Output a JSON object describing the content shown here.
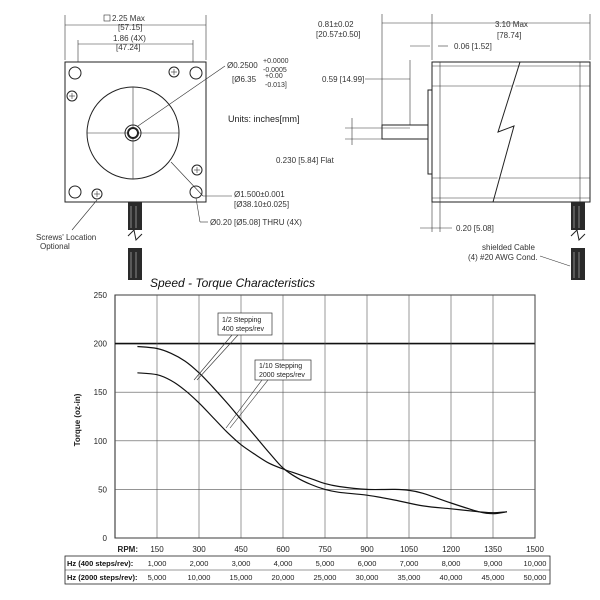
{
  "drawing": {
    "front": {
      "width_max": "2.25 Max",
      "width_max_mm": "[57.15]",
      "bolt_spacing": "1.86 (4X)",
      "bolt_spacing_mm": "[47.24]",
      "shaft_dia": "Ø0.2500",
      "shaft_tol_plus": "+0.0000",
      "shaft_tol_minus": "-0.0005",
      "shaft_dia_mm": "[Ø6.35",
      "shaft_mm_tol_plus": "+0.00",
      "shaft_mm_tol_minus": "-0.013]",
      "pilot_dia": "Ø1.500±0.001",
      "pilot_dia_mm": "[Ø38.10±0.025]",
      "holes": "Ø0.20 [Ø5.08] THRU (4X)",
      "units": "Units: inches[mm]",
      "screws_note_1": "Screws' Location",
      "screws_note_2": "Optional"
    },
    "side": {
      "shaft_len": "0.81±0.02",
      "shaft_len_mm": "[20.57±0.50]",
      "body_max": "3.10 Max",
      "body_max_mm": "[78.74]",
      "pilot_height": "0.06 [1.52]",
      "flat_len": "0.59 [14.99]",
      "flat": "0.230 [5.84] Flat",
      "flange": "0.20 [5.08]",
      "cable_1": "shielded Cable",
      "cable_2": "(4) #20 AWG Cond."
    }
  },
  "chart_data": {
    "type": "line",
    "title": "Speed  - Torque Characteristics",
    "ylabel": "Torque (oz-in)",
    "xlabel": "RPM:",
    "x_ticks": [
      150,
      300,
      450,
      600,
      750,
      900,
      1050,
      1200,
      1350,
      1500
    ],
    "ylim": [
      0,
      250
    ],
    "y_ticks": [
      0,
      50,
      100,
      150,
      200,
      250
    ],
    "xlim": [
      0,
      1500
    ],
    "grid": true,
    "reference_line": 200,
    "series": [
      {
        "name": "1/2 Stepping\n400 steps/rev",
        "x": [
          80,
          150,
          200,
          250,
          300,
          350,
          400,
          450,
          500,
          550,
          600,
          650,
          700,
          750,
          800,
          900,
          1000,
          1100,
          1200,
          1300,
          1350,
          1400
        ],
        "values": [
          197,
          195,
          190,
          182,
          170,
          155,
          139,
          122,
          105,
          88,
          72,
          62,
          55,
          50,
          47,
          44,
          39,
          33,
          30,
          27,
          26,
          27
        ]
      },
      {
        "name": "1/10 Stepping\n2000 steps/rev",
        "x": [
          80,
          150,
          200,
          250,
          300,
          350,
          400,
          450,
          500,
          550,
          600,
          650,
          700,
          750,
          800,
          900,
          1000,
          1050,
          1100,
          1200,
          1300,
          1350,
          1400
        ],
        "values": [
          170,
          168,
          162,
          152,
          139,
          124,
          109,
          96,
          86,
          77,
          71,
          66,
          61,
          56,
          53,
          50,
          50,
          49,
          46,
          36,
          27,
          25,
          27
        ]
      }
    ],
    "callouts": [
      {
        "line1": "1/2 Stepping",
        "line2": "400 steps/rev"
      },
      {
        "line1": "1/10 Stepping",
        "line2": "2000 steps/rev"
      }
    ],
    "table": [
      {
        "header": "Hz (400 steps/rev):",
        "values": [
          "1,000",
          "2,000",
          "3,000",
          "4,000",
          "5,000",
          "6,000",
          "7,000",
          "8,000",
          "9,000",
          "10,000"
        ]
      },
      {
        "header": "Hz (2000 steps/rev):",
        "values": [
          "5,000",
          "10,000",
          "15,000",
          "20,000",
          "25,000",
          "30,000",
          "35,000",
          "40,000",
          "45,000",
          "50,000"
        ]
      }
    ]
  }
}
